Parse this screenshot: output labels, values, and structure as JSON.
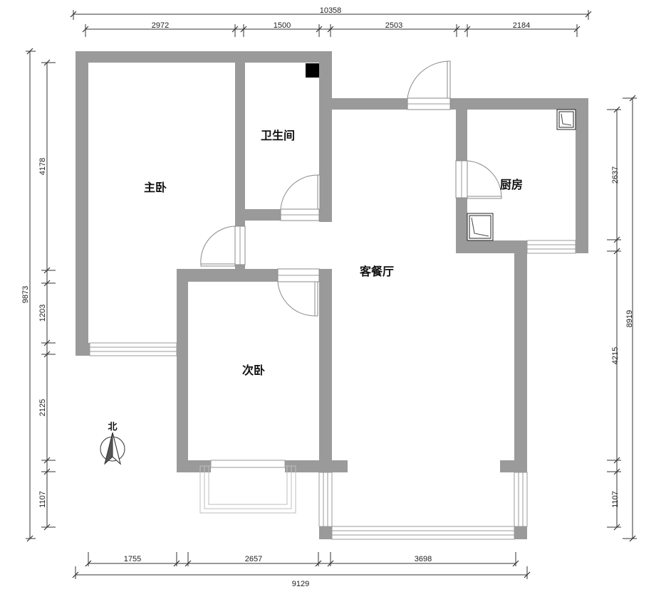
{
  "rooms": {
    "master_bedroom": "主卧",
    "bathroom": "卫生间",
    "kitchen": "厨房",
    "living_dining": "客餐厅",
    "second_bedroom": "次卧"
  },
  "north_label": "北",
  "dimensions": {
    "top_total": "10358",
    "top_1": "2972",
    "top_2": "1500",
    "top_3": "2503",
    "top_4": "2184",
    "bottom_total": "9129",
    "bottom_1": "1755",
    "bottom_2": "2657",
    "bottom_3": "3698",
    "left_total": "9873",
    "left_1": "4178",
    "left_2": "1203",
    "left_3": "2125",
    "left_4": "1107",
    "right_total": "8919",
    "right_1": "2637",
    "right_2": "4215",
    "right_3": "1107"
  }
}
